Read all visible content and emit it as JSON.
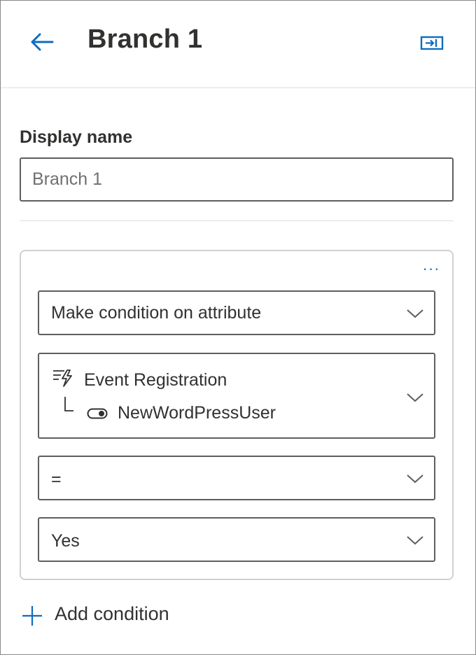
{
  "header": {
    "title": "Branch 1",
    "back_icon": "arrow-left-icon",
    "collapse_icon": "panel-collapse-icon"
  },
  "display_name": {
    "label": "Display name",
    "value": "",
    "placeholder": "Branch 1"
  },
  "condition": {
    "more_label": "···",
    "condition_type": "Make condition on attribute",
    "entity": "Event Registration",
    "attribute": "NewWordPressUser",
    "operator": "=",
    "value": "Yes"
  },
  "add_condition": {
    "label": "Add condition",
    "icon": "plus-icon"
  },
  "colors": {
    "accent": "#0f6cbd",
    "text": "#323130",
    "border": "#605e5c"
  }
}
